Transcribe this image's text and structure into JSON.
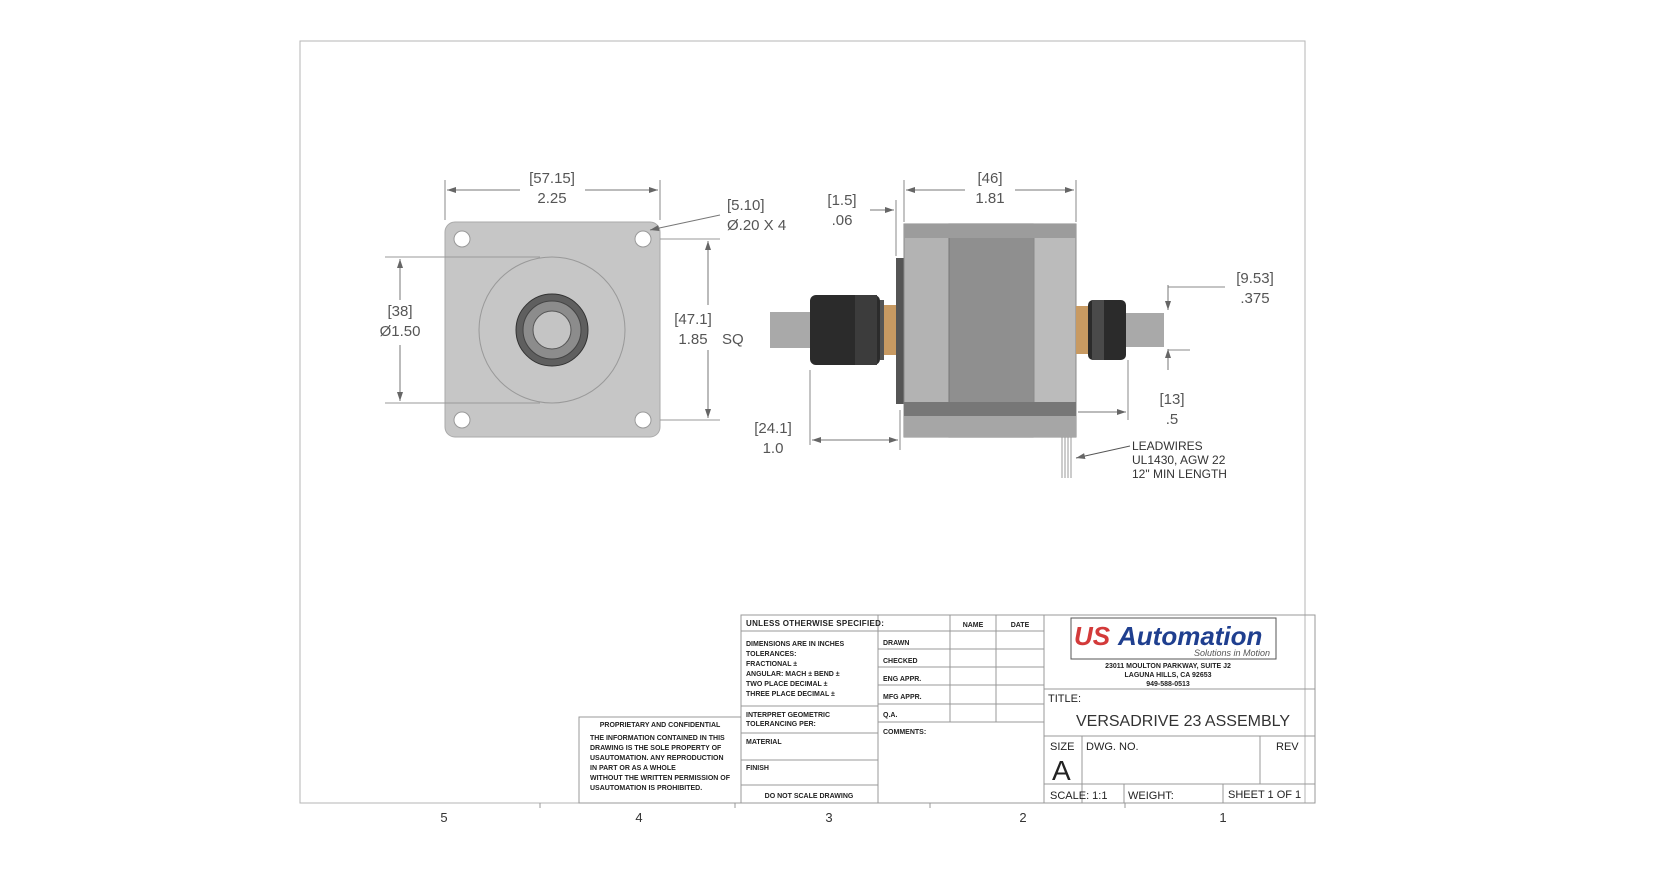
{
  "front_view": {
    "width_mm": "[57.15]",
    "width_in": "2.25",
    "hole_mm": "[5.10]",
    "hole_in": "Ø.20  X 4",
    "pilot_mm": "[38]",
    "pilot_in": "Ø1.50",
    "bolt_mm": "[47.1]",
    "bolt_in": "1.85",
    "bolt_suffix": "SQ"
  },
  "side_view": {
    "body_mm": "[46]",
    "body_in": "1.81",
    "flange_mm": "[1.5]",
    "flange_in": ".06",
    "shaft_mm": "[9.53]",
    "shaft_in": ".375",
    "rear_mm": "[13]",
    "rear_in": ".5",
    "front_mm": "[24.1]",
    "front_in": "1.0",
    "leadwires_1": "LEADWIRES",
    "leadwires_2": "UL1430, AGW 22",
    "leadwires_3": "12\" MIN LENGTH"
  },
  "title_block": {
    "unless": "UNLESS OTHERWISE SPECIFIED:",
    "name": "NAME",
    "date": "DATE",
    "drawn": "DRAWN",
    "checked": "CHECKED",
    "eng_appr": "ENG APPR.",
    "mfg_appr": "MFG APPR.",
    "qa": "Q.A.",
    "comments": "COMMENTS:",
    "dims_1": "DIMENSIONS ARE IN INCHES",
    "dims_2": "TOLERANCES:",
    "dims_3": "FRACTIONAL ±",
    "dims_4": "ANGULAR: MACH ±    BEND ±",
    "dims_5": "TWO PLACE DECIMAL    ±",
    "dims_6": "THREE PLACE DECIMAL  ±",
    "interpret_1": "INTERPRET GEOMETRIC",
    "interpret_2": "TOLERANCING PER:",
    "material": "MATERIAL",
    "finish": "FINISH",
    "do_not_scale": "DO NOT SCALE DRAWING",
    "prop_title": "PROPRIETARY AND CONFIDENTIAL",
    "prop_1": "THE INFORMATION CONTAINED IN THIS",
    "prop_2": "DRAWING IS THE SOLE PROPERTY OF",
    "prop_3": "USAUTOMATION. ANY REPRODUCTION",
    "prop_4": "IN PART OR AS A WHOLE",
    "prop_5": "WITHOUT THE WRITTEN PERMISSION OF",
    "prop_6": "USAUTOMATION IS PROHIBITED.",
    "logo_us": "US",
    "logo_auto": "Automation",
    "logo_tag": "Solutions in Motion",
    "addr_1": "23011 MOULTON PARKWAY, SUITE J2",
    "addr_2": "LAGUNA HILLS, CA 92653",
    "addr_3": "949-588-0513",
    "title_label": "TITLE:",
    "title": "VERSADRIVE 23 ASSEMBLY",
    "size_label": "SIZE",
    "size": "A",
    "dwg_label": "DWG.  NO.",
    "rev_label": "REV",
    "scale": "SCALE: 1:1",
    "weight": "WEIGHT:",
    "sheet": "SHEET 1  OF 1"
  },
  "zones": [
    "5",
    "4",
    "3",
    "2",
    "1"
  ],
  "colors": {
    "plate": "#c6c6c6",
    "body_dark": "#8f8f8f",
    "shaft": "#a9a9a9",
    "nut": "#2b2b2b",
    "brass": "#c89a62",
    "logo_red": "#d33a3a",
    "logo_blue": "#1f3f8f"
  }
}
